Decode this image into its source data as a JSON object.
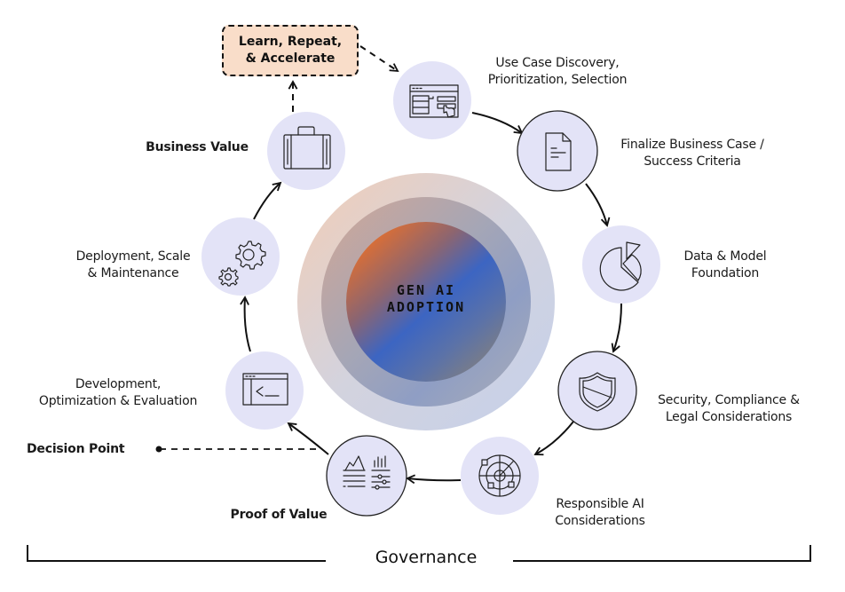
{
  "title": "Gen AI Adoption Lifecycle",
  "center": {
    "line1": "GEN AI",
    "line2": "ADOPTION"
  },
  "learn_box": {
    "line1": "Learn, Repeat,",
    "line2": "& Accelerate"
  },
  "stages": [
    {
      "id": "use-case",
      "icon": "web-form-pointer-icon",
      "line1": "Use Case Discovery,",
      "line2": "Prioritization, Selection",
      "bold": false
    },
    {
      "id": "finalize",
      "icon": "document-icon",
      "line1": "Finalize Business Case /",
      "line2": "Success Criteria",
      "bold": false
    },
    {
      "id": "data-model",
      "icon": "pie-chart-icon",
      "line1": "Data & Model",
      "line2": "Foundation",
      "bold": false
    },
    {
      "id": "security",
      "icon": "shield-icon",
      "line1": "Security, Compliance &",
      "line2": "Legal Considerations",
      "bold": false
    },
    {
      "id": "responsible-ai",
      "icon": "radar-icon",
      "line1": "Responsible AI",
      "line2": "Considerations",
      "bold": false
    },
    {
      "id": "proof-of-value",
      "icon": "analytics-sliders-icon",
      "line1": "Proof of Value",
      "line2": "",
      "bold": true
    },
    {
      "id": "development",
      "icon": "terminal-window-icon",
      "line1": "Development,",
      "line2": "Optimization & Evaluation",
      "bold": false
    },
    {
      "id": "deployment",
      "icon": "gears-icon",
      "line1": "Deployment, Scale",
      "line2": "& Maintenance",
      "bold": false
    },
    {
      "id": "business-value",
      "icon": "briefcase-icon",
      "line1": "Business Value",
      "line2": "",
      "bold": true
    }
  ],
  "decision_point": "Decision Point",
  "governance": "Governance",
  "colors": {
    "node_fill": "#e3e3f7",
    "learn_fill": "#f9ddc9",
    "stroke": "#111111",
    "center_orange": "#d9703a",
    "center_blue": "#3d68c4",
    "center_gray": "#7a7f8c"
  }
}
